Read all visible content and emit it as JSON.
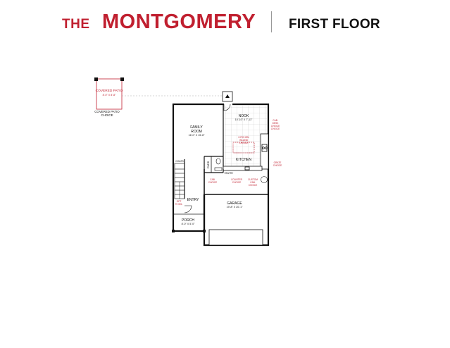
{
  "header": {
    "the": "THE",
    "plan_name": "MONTGOMERY",
    "floor": "FIRST FLOOR"
  },
  "colors": {
    "accent": "#c01f2f",
    "walls": "#111111",
    "tile_grid": "#cccccc"
  },
  "rooms": {
    "covered_patio": {
      "name": "COVERED PATIO",
      "dims": "8'-0\" X 8'-8\""
    },
    "covered_patio_choice": {
      "line1": "COVERED PATIO",
      "line2": "CHOICE"
    },
    "family_room": {
      "name_line1": "FAMILY",
      "name_line2": "ROOM",
      "dims": "16'-0\" X 15'-8\""
    },
    "nook": {
      "name": "NOOK",
      "dims": "10'-10\" X 7'-11\""
    },
    "kitchen": {
      "name": "KITCHEN"
    },
    "kitchen_island": {
      "line1": "KITCHEN",
      "line2": "ISLAND",
      "line3": "CHOICE"
    },
    "coats": {
      "name": "COATS"
    },
    "pantry": {
      "name": "PWDR"
    },
    "pantry_small": {
      "name": "PANTRY"
    },
    "entry": {
      "name": "ENTRY"
    },
    "garage": {
      "name": "GARAGE",
      "dims": "19'-8\" X 20'-1\""
    },
    "porch": {
      "name": "PORCH",
      "dims": "8'-0\" X 5'-0\""
    },
    "opt_9ft": {
      "line1": "OPT",
      "line2": "9' CEIL"
    }
  },
  "choices": {
    "cab_right": {
      "line1": "CAB.",
      "line2": "DESK",
      "line3": "CHOICE",
      "line4": "CHOICE"
    },
    "range": {
      "line1": "GRATE",
      "line2": "CHOICE"
    },
    "cab_left": {
      "line1": "CAB.",
      "line2": "CHOICE"
    },
    "counter": {
      "line1": "COUNTER",
      "line2": "CHOICE"
    },
    "pantry_cab": {
      "line1": "CUSTOM",
      "line2": "CAB.",
      "line3": "CHOICE"
    }
  }
}
